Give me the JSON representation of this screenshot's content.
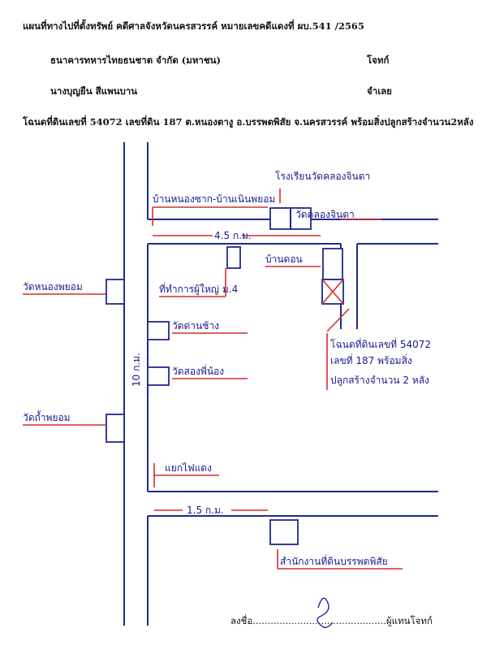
{
  "header": {
    "line1": "แผนที่ทางไปที่ตั้งทรัพย์  คดีศาลจังหวัดนครสวรรค์ หมายเลขคดีแดงที่ ผบ.541 /2565",
    "plaintiff_name": "ธนาคารทหารไทยธนชาต จำกัด (มหาชน)",
    "plaintiff_role": "โจทก์",
    "defendant_name": "นางบุญยืน  สีแพนบาน",
    "defendant_role": "จำเลย",
    "deed_line": "โฉนดที่ดินเลขที่ 54072  เลขที่ดิน 187  ต.หนองตางู  อ.บรรพตพิสัย  จ.นครสวรรค์  พร้อมสิ่งปลูกสร้างจำนวน2หลัง"
  },
  "map": {
    "labels": {
      "school": "โรงเรียนวัดคลองจินดา",
      "road_top": "บ้านหนองซาก-บ้านเนินพยอม",
      "temple_klong": "วัดคลองจินดา",
      "dist_top": "4.5 ก.ม.",
      "village": "บ้านดอน",
      "office_m4": "ที่ทำการผู้ใหญ่ ม.4",
      "temple_nong": "วัดหนองพยอม",
      "temple_dan": "วัดด่านช้าง",
      "temple_song": "วัดสองพี่น้อง",
      "dist_main": "10 ก.ม.",
      "deed_1": "โฉนดที่ดินเลขที่ 54072",
      "deed_2": "เลขที่ 187 พร้อมสิ่ง",
      "deed_3": "ปลูกสร้างจำนวน 2 หลัง",
      "temple_tham": "วัดถ้ำพยอม",
      "junction": "แยกไฟแดง",
      "dist_bottom": "1.5 ก.ม.",
      "land_office": "สำนักงานที่ดินบรรพตพิสัย"
    }
  },
  "footer": {
    "sign_label": "ลงชื่อ",
    "dots_left": "..........................",
    "dots_right": "...................",
    "sign_role": "ผู้แทนโจทก์"
  }
}
